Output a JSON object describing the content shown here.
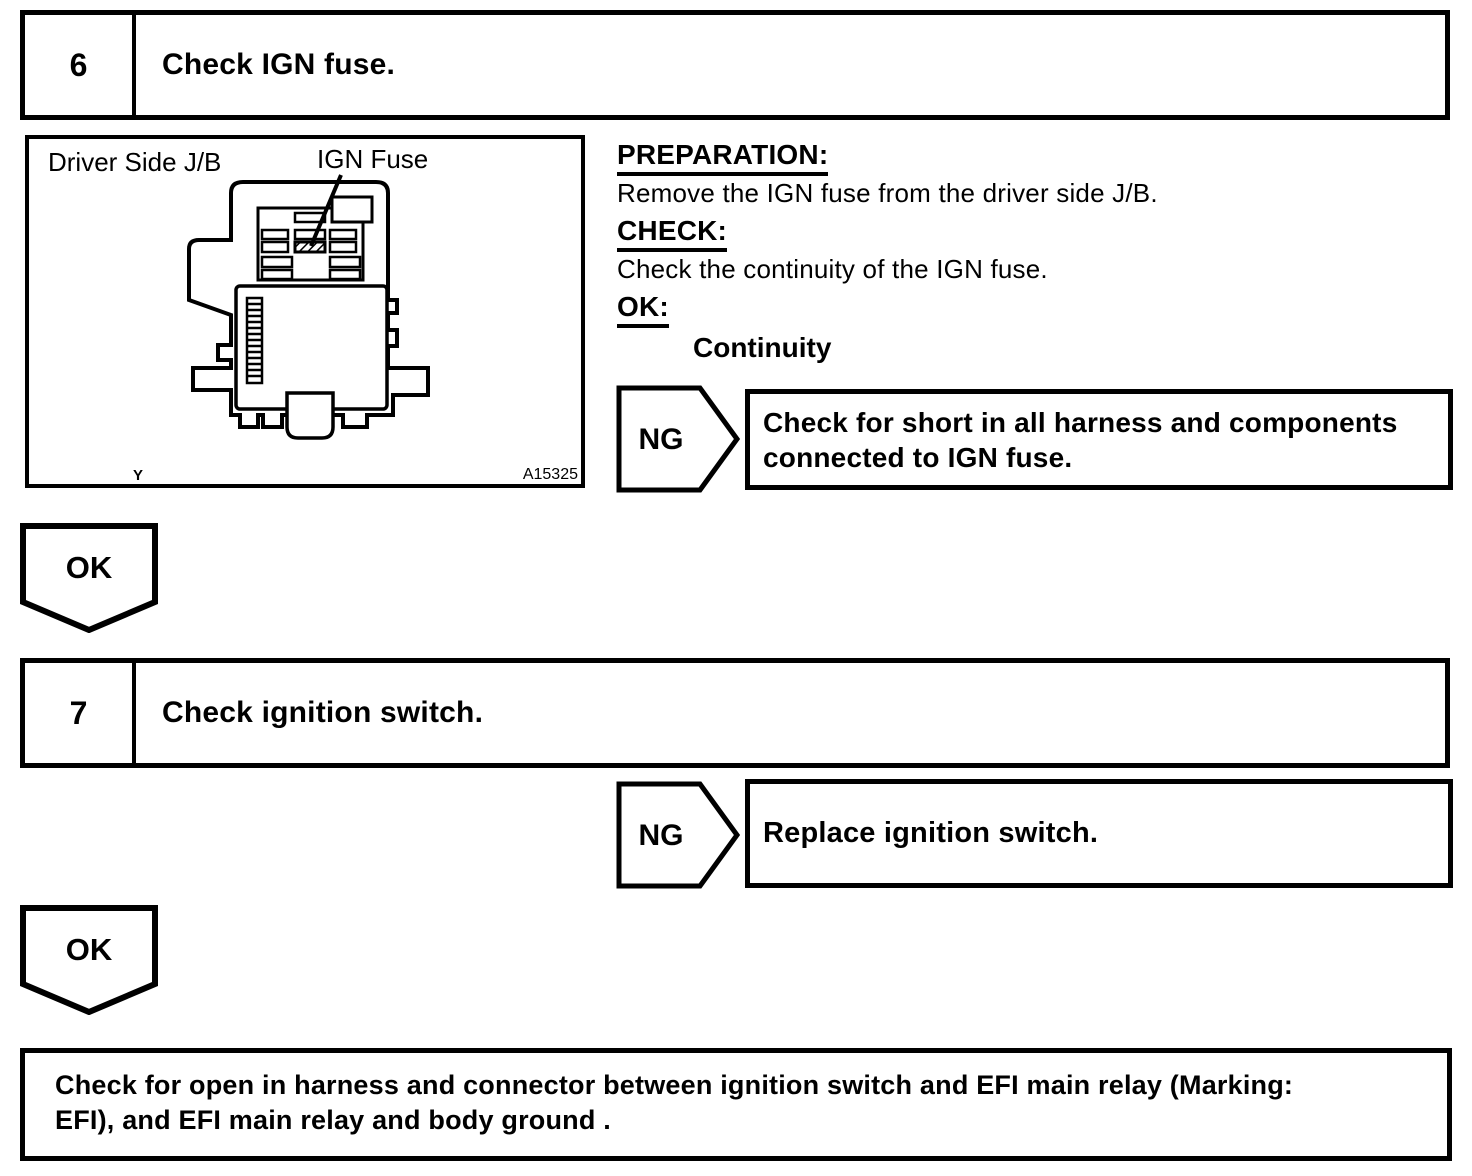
{
  "step6": {
    "number": "6",
    "title": "Check IGN fuse."
  },
  "figure": {
    "jb_label": "Driver Side J/B",
    "fuse_label": "IGN Fuse",
    "corner_mark": "Y",
    "ref_code": "A15325"
  },
  "procedure": {
    "preparation_heading": "PREPARATION:",
    "preparation_body": "Remove the IGN fuse from the driver side J/B.",
    "check_heading": "CHECK:",
    "check_body": "Check the continuity of the IGN fuse.",
    "ok_heading": "OK:",
    "ok_value": "Continuity"
  },
  "ng1": {
    "label": "NG",
    "action_lines": [
      "Check for short in all harness and components",
      "connected to IGN fuse."
    ]
  },
  "ok1": {
    "label": "OK"
  },
  "step7": {
    "number": "7",
    "title": "Check ignition switch."
  },
  "ng2": {
    "label": "NG",
    "action": "Replace ignition switch."
  },
  "ok2": {
    "label": "OK"
  },
  "final_instruction": {
    "lines": [
      "Check for open in harness and connector between ignition switch and EFI main relay (Marking:",
      "EFI), and EFI main relay and body ground ."
    ]
  },
  "colors": {
    "ink": "#000000",
    "paper": "#ffffff"
  }
}
